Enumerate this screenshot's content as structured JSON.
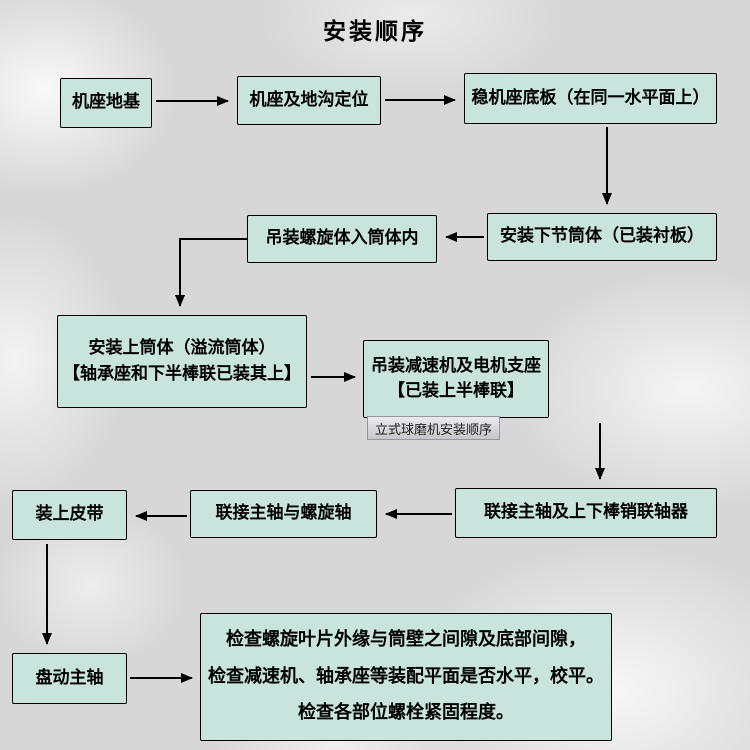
{
  "title": "安装顺序",
  "flowchart": {
    "nodes": {
      "foundation": "机座地基",
      "base_positioning": "机座及地沟定位",
      "base_plate": "稳机座底板（在同一水平面上）",
      "lower_cylinder": "安装下节筒体（已装衬板）",
      "screw_into_cylinder": "吊装螺旋体入筒体内",
      "upper_cylinder_line1": "安装上筒体（溢流筒体）",
      "upper_cylinder_line2": "【轴承座和下半棒联已装其上】",
      "reducer_motor_line1": "吊装减速机及电机支座",
      "reducer_motor_line2": "【已装上半棒联】",
      "pin_coupling": "联接主轴及上下棒销联轴器",
      "connect_main_screw": "联接主轴与螺旋轴",
      "install_belt": "装上皮带",
      "turn_main_shaft": "盘动主轴",
      "final_check_line1": "检查螺旋叶片外缘与筒壁之间隙及底部间隙，",
      "final_check_line2": "检查减速机、轴承座等装配平面是否水平，校平。",
      "final_check_line3": "检查各部位螺栓紧固程度。"
    },
    "watermark": "立式球磨机安装顺序"
  },
  "colors": {
    "node_fill": "#c9e3dd",
    "node_border": "#000000",
    "arrow": "#000000",
    "background": "#d7d7d7"
  }
}
